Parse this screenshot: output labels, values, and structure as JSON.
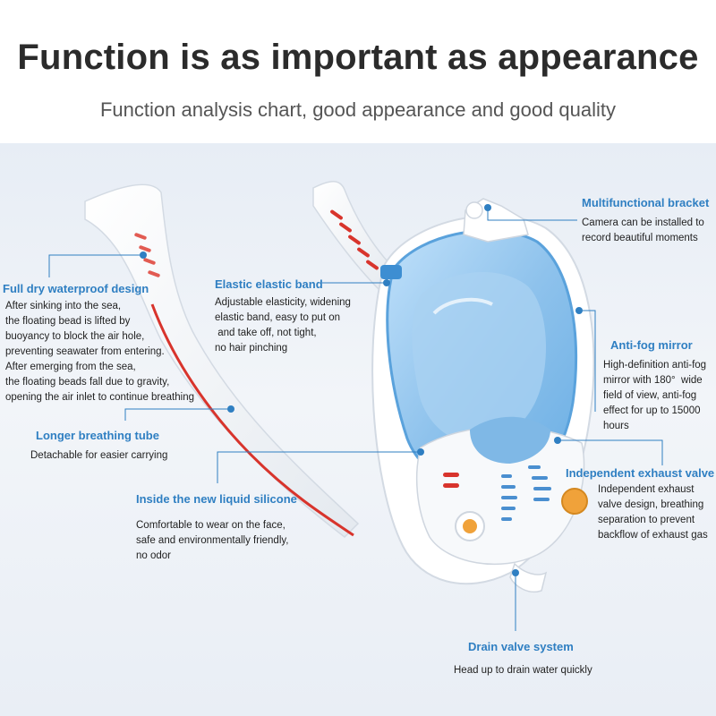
{
  "header": {
    "title": "Function is as important as appearance",
    "subtitle": "Function analysis chart, good appearance and good quality"
  },
  "colors": {
    "accent": "#2f7fc2",
    "mask_blue": "#9cc8ec",
    "valve_orange": "#f0a23a",
    "tube_red": "#d8342c"
  },
  "features": {
    "bracket": {
      "title": "Multifunctional bracket",
      "lines": [
        "Camera can be installed to",
        "record beautiful moments"
      ]
    },
    "dry": {
      "title": "Full dry waterproof design",
      "lines": [
        "After sinking into the sea,",
        "the floating bead is lifted by",
        "buoyancy to block the air hole,",
        "preventing seawater from entering.",
        "After emerging from the sea,",
        "the floating beads fall due to gravity,",
        "opening the air inlet to continue breathing"
      ]
    },
    "band": {
      "title": "Elastic elastic band",
      "lines": [
        "Adjustable elasticity, widening",
        "elastic band, easy to put on",
        " and take off, not tight,",
        "no hair pinching"
      ]
    },
    "antifog": {
      "title": "Anti-fog mirror",
      "lines": [
        "High-definition anti-fog",
        "mirror with 180°  wide",
        "field of view, anti-fog",
        "effect for up to 15000",
        "hours"
      ]
    },
    "tube": {
      "title": "Longer breathing tube",
      "lines": [
        "Detachable for easier carrying"
      ]
    },
    "exhaust": {
      "title": "Independent exhaust valve",
      "lines": [
        "Independent exhaust",
        "valve design, breathing",
        "separation to prevent",
        "backflow of exhaust gas"
      ]
    },
    "silicone": {
      "title": "Inside the new liquid silicone",
      "lines": [
        "Comfortable to wear on the face,",
        "safe and environmentally friendly,",
        "no odor"
      ]
    },
    "drain": {
      "title": "Drain valve system",
      "lines": [
        "Head up to drain water quickly"
      ]
    }
  }
}
